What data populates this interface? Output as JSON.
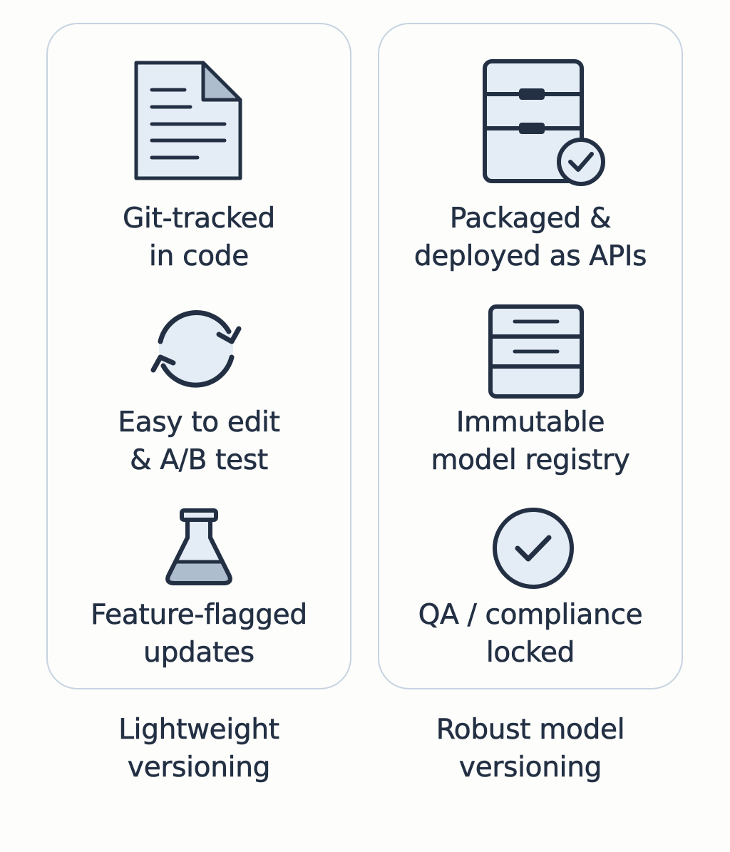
{
  "columns": [
    {
      "items": [
        {
          "icon": "document-icon",
          "label_lines": [
            "Git-tracked",
            "in code"
          ]
        },
        {
          "icon": "refresh-cycle-icon",
          "label_lines": [
            "Easy to edit",
            "& A/B test"
          ]
        },
        {
          "icon": "flask-icon",
          "label_lines": [
            "Feature-flagged",
            "updates"
          ]
        }
      ],
      "caption_lines": [
        "Lightweight",
        "versioning"
      ]
    },
    {
      "items": [
        {
          "icon": "server-check-icon",
          "label_lines": [
            "Packaged &",
            "deployed as APIs"
          ]
        },
        {
          "icon": "registry-drawer-icon",
          "label_lines": [
            "Immutable",
            "model registry"
          ]
        },
        {
          "icon": "check-circle-icon",
          "label_lines": [
            "QA / compliance",
            "locked"
          ]
        }
      ],
      "caption_lines": [
        "Robust model",
        "versioning"
      ]
    }
  ],
  "colors": {
    "stroke": "#233044",
    "fill": "#e4ecf5",
    "accent_fill": "#aebdce",
    "card_border": "#c6d3e1"
  }
}
